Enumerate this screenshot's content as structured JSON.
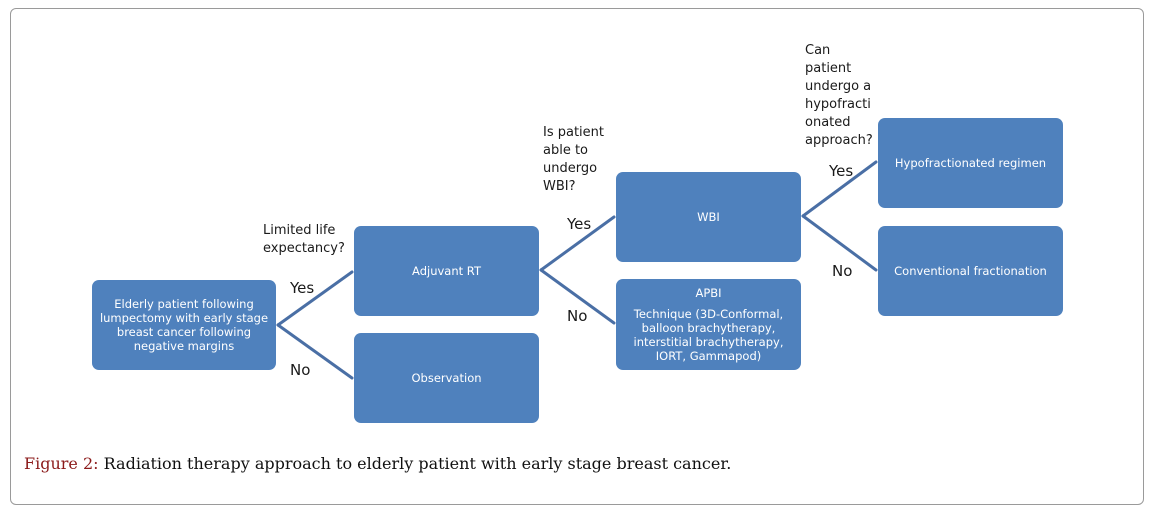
{
  "nodes": {
    "start": "Elderly patient following lumpectomy with early stage breast cancer following negative margins",
    "adjuvant": "Adjuvant RT",
    "observation": "Observation",
    "wbi": "WBI",
    "apbi_title": "APBI",
    "apbi_detail": "Technique (3D-Conformal, balloon brachytherapy, interstitial brachytherapy, IORT, Gammapod)",
    "hypofractionated": "Hypofractionated regimen",
    "conventional": "Conventional fractionation"
  },
  "questions": {
    "life": "Limited life\nexpectancy?",
    "wbi": "Is patient\nable to\nundergo\nWBI?",
    "hypo": "Can\npatient\nundergo a\nhypofracti\nonated\napproach?"
  },
  "labels": {
    "yes1": "Yes",
    "no1": "No",
    "yes2": "Yes",
    "no2": "No",
    "yes3": "Yes",
    "no3": "No"
  },
  "colors": {
    "node_fill": "#4f81bd",
    "connector": "#4a6fa5",
    "caption_label": "#8b1a1a"
  },
  "caption": {
    "label": "Figure 2:",
    "text": " Radiation therapy approach to elderly patient with early stage breast cancer."
  }
}
